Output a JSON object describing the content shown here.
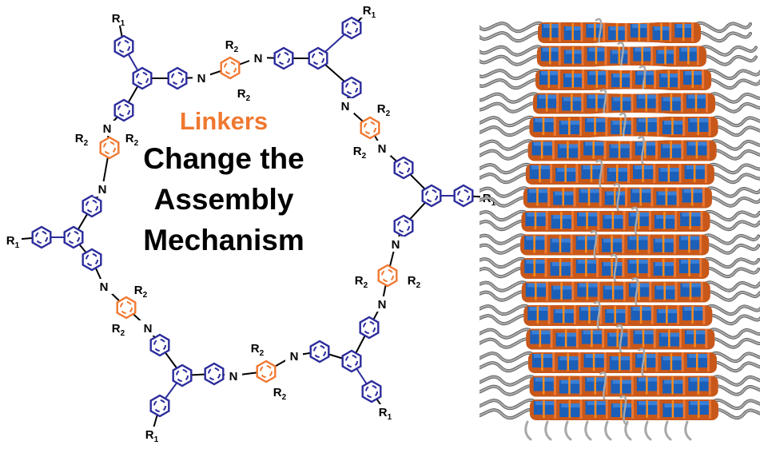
{
  "headline": {
    "highlight": "Linkers",
    "lines": [
      "Change the",
      "Assembly",
      "Mechanism"
    ]
  },
  "labels": {
    "r1": "R1",
    "r2": "R2",
    "n": "N"
  },
  "colors": {
    "aryl": "#2b2b9c",
    "linker": "#f07830",
    "stack_block": "#1c5fb8",
    "side_chain": "#a8a8a8",
    "bond": "#000000"
  }
}
